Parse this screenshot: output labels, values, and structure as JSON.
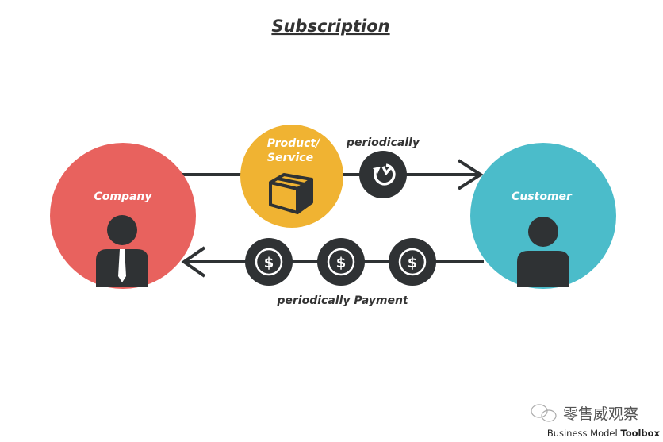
{
  "title": "Subscription",
  "company": {
    "label": "Company",
    "color": "#e8625e"
  },
  "customer": {
    "label": "Customer",
    "color": "#4bbcca"
  },
  "product": {
    "label_line1": "Product/",
    "label_line2": "Service",
    "color": "#f0b332"
  },
  "top_flow": {
    "label": "periodically",
    "icon": "recurring-clock-icon"
  },
  "bottom_flow": {
    "label": "periodically Payment",
    "icon": "dollar-coin-icon",
    "symbol": "$"
  },
  "dark": "#2f3234",
  "watermark": {
    "chinese": "零售威观察",
    "brand_regular": "Business Model ",
    "brand_bold": "Toolbox"
  }
}
